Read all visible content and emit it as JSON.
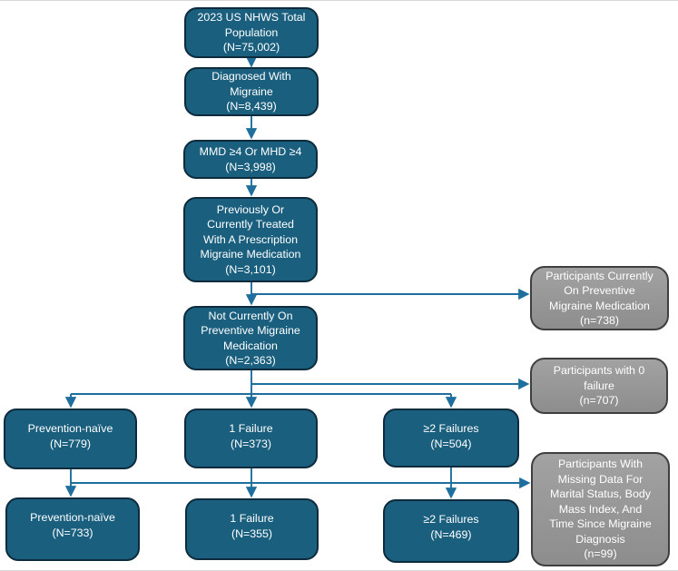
{
  "colors": {
    "primary_fill": "#1a5f7e",
    "primary_border": "#0d2b3d",
    "side_fill_top": "#a2a2a2",
    "side_fill_bottom": "#8d8d8d",
    "side_border": "#3f3f3f",
    "connector": "#1e6f9e",
    "text_color": "#ffffff"
  },
  "nodes": {
    "n1": {
      "label": "2023 US NHWS Total\nPopulation\n(N=75,002)"
    },
    "n2": {
      "label": "Diagnosed With\nMigraine\n(N=8,439)"
    },
    "n3": {
      "label": "MMD ≥4 Or MHD ≥4\n(N=3,998)"
    },
    "n4": {
      "label": "Previously Or\nCurrently Treated\nWith A Prescription\nMigraine Medication\n(N=3,101)"
    },
    "n5": {
      "label": "Not Currently On\nPreventive Migraine\nMedication\n(N=2,363)"
    },
    "n6": {
      "label": "Prevention-naïve\n(N=779)"
    },
    "n7": {
      "label": "1 Failure\n(N=373)"
    },
    "n8": {
      "label": "≥2 Failures\n(N=504)"
    },
    "n9": {
      "label": "Prevention-naïve\n(N=733)"
    },
    "n10": {
      "label": "1 Failure\n(N=355)"
    },
    "n11": {
      "label": "≥2 Failures\n(N=469)"
    },
    "g1": {
      "label": "Participants Currently\nOn Preventive\nMigraine Medication\n(n=738)"
    },
    "g2": {
      "label": "Participants with 0\nfailure\n(n=707)"
    },
    "g3": {
      "label": "Participants With\nMissing Data For\nMarital Status, Body\nMass Index, And\nTime Since Migraine\nDiagnosis\n(n=99)"
    }
  },
  "edges": [
    {
      "from": "n1",
      "to": "n2"
    },
    {
      "from": "n2",
      "to": "n3"
    },
    {
      "from": "n3",
      "to": "n4"
    },
    {
      "from": "n4",
      "to": "n5"
    },
    {
      "from": "n4",
      "to": "g1"
    },
    {
      "from": "n5",
      "to": "g2"
    },
    {
      "from": "n5",
      "to": "n6"
    },
    {
      "from": "n5",
      "to": "n7"
    },
    {
      "from": "n5",
      "to": "n8"
    },
    {
      "from": "n6",
      "to": "n9"
    },
    {
      "from": "n7",
      "to": "n10"
    },
    {
      "from": "n8",
      "to": "n11"
    },
    {
      "from": "n6",
      "to": "g3"
    },
    {
      "from": "n7",
      "to": "g3"
    },
    {
      "from": "n8",
      "to": "g3"
    }
  ]
}
